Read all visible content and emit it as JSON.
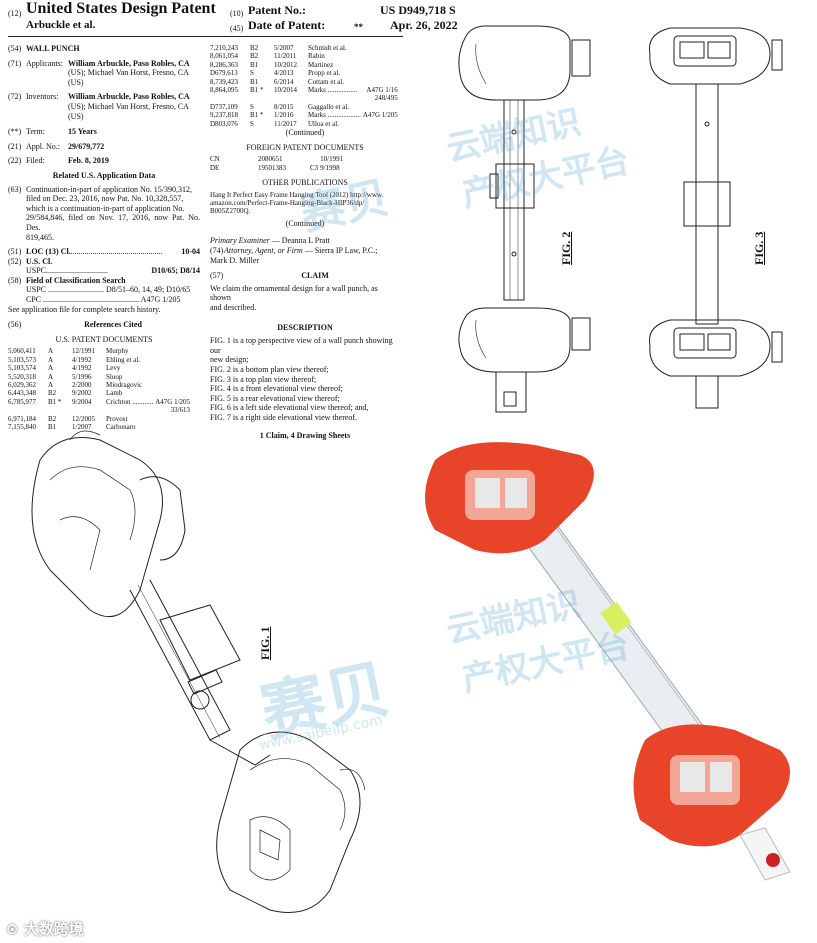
{
  "header": {
    "code12": "(12)",
    "title": "United States Design Patent",
    "inventor_short": "Arbuckle et al.",
    "code10": "(10)",
    "patent_no_label": "Patent No.:",
    "patent_no": "US D949,718 S",
    "code45": "(45)",
    "date_label": "Date of Patent:",
    "date_mark": "**",
    "date": "Apr. 26, 2022"
  },
  "left": {
    "f54": {
      "code": "(54)",
      "text": "WALL PUNCH"
    },
    "f71": {
      "code": "(71)",
      "label": "Applicants:",
      "lines": [
        "William Arbuckle, Paso Robles, CA",
        "(US); Michael Van Horst, Fresno, CA",
        "(US)"
      ]
    },
    "f72": {
      "code": "(72)",
      "label": "Inventors:",
      "lines": [
        "William Arbuckle, Paso Robles, CA",
        "(US); Michael Van Horst, Fresno, CA",
        "(US)"
      ]
    },
    "term": {
      "code": "(**)",
      "label": "Term:",
      "value": "15 Years"
    },
    "f21": {
      "code": "(21)",
      "label": "Appl. No.:",
      "value": "29/679,772"
    },
    "f22": {
      "code": "(22)",
      "label": "Filed:",
      "value": "Feb. 8, 2019"
    },
    "related_title": "Related U.S. Application Data",
    "f63": {
      "code": "(63)",
      "lines": [
        "Continuation-in-part of application No. 15/390,312,",
        "filed on Dec. 23, 2016, now Pat. No. 10,328,557,",
        "which is a continuation-in-part of application No.",
        "29/584,846, filed on Nov. 17, 2016, now Pat. No. Des.",
        "819,465."
      ]
    },
    "f51": {
      "code": "(51)",
      "label": "LOC (13) Cl.",
      "dots": "..............................................",
      "value": "10-04"
    },
    "f52": {
      "code": "(52)",
      "label": "U.S. Cl.",
      "uspc_label": "USPC",
      "uspc_dots": "...............................",
      "uspc_value": "D10/65; D8/14"
    },
    "f58": {
      "code": "(58)",
      "label": "Field of Classification Search",
      "lines": [
        "USPC ............................ D8/51–60, 14, 49; D10/65",
        "CPC ................................................ A47G 1/205",
        "See application file for complete search history."
      ]
    },
    "f56": {
      "code": "(56)",
      "label": "References Cited"
    },
    "us_docs_title": "U.S. PATENT DOCUMENTS",
    "us_refs": [
      [
        "5,060,411",
        "A",
        "12/1991",
        "Murphy",
        ""
      ],
      [
        "5,103,573",
        "A",
        "4/1992",
        "Ehling et al.",
        ""
      ],
      [
        "5,103,574",
        "A",
        "4/1992",
        "Levy",
        ""
      ],
      [
        "5,520,318",
        "A",
        "5/1996",
        "Sloop",
        ""
      ],
      [
        "6,029,362",
        "A",
        "2/2000",
        "Miodragovic",
        ""
      ],
      [
        "6,443,348",
        "B2",
        "9/2002",
        "Lamb",
        ""
      ],
      [
        "6,785,977",
        "B1 *",
        "9/2004",
        "Crichton ............",
        "A47G 1/205"
      ],
      [
        "",
        "",
        "",
        "",
        "33/613"
      ],
      [
        "6,971,184",
        "B2",
        "12/2005",
        "Provost",
        ""
      ],
      [
        "7,155,840",
        "B1",
        "1/2007",
        "Carbonaro",
        ""
      ]
    ]
  },
  "right": {
    "refs2": [
      [
        "7,210,243",
        "B2",
        "5/2007",
        "Schmidt et al.",
        ""
      ],
      [
        "8,061,054",
        "B2",
        "11/2011",
        "Rabin",
        ""
      ],
      [
        "8,286,363",
        "B1",
        "10/2012",
        "Martinez",
        ""
      ],
      [
        "D679,613",
        "S",
        "4/2013",
        "Propp et al.",
        ""
      ],
      [
        "8,739,423",
        "B1",
        "6/2014",
        "Cottam et al.",
        ""
      ],
      [
        "8,864,095",
        "B1 *",
        "10/2014",
        "Marks .................",
        "A47G 1/16"
      ],
      [
        "",
        "",
        "",
        "",
        "248/495"
      ],
      [
        "D737,109",
        "S",
        "8/2015",
        "Gaggallo et al.",
        ""
      ],
      [
        "9,237,818",
        "B1 *",
        "1/2016",
        "Marks ...................",
        "A47G 1/205"
      ],
      [
        "D803,076",
        "S",
        "11/2017",
        "Ulloa et al.",
        ""
      ]
    ],
    "continued": "(Continued)",
    "foreign_title": "FOREIGN PATENT DOCUMENTS",
    "foreign": [
      [
        "CN",
        "2080651",
        "10/1991"
      ],
      [
        "DE",
        "19501383",
        "C3",
        "9/1998"
      ]
    ],
    "other_title": "OTHER PUBLICATIONS",
    "other_lines": [
      "Hang It Perfect Easy Frame Hanging Tool (2012) http://www.",
      "amazon.com/Perfect-Frame-Hanging-Black-HIP36/dp/",
      "B005Z2700Q."
    ],
    "continued2": "(Continued)",
    "examiner_label": "Primary Examiner",
    "examiner": " — Deanna L Pratt",
    "attorney_code": "(74)",
    "attorney_label": "Attorney, Agent, or Firm",
    "attorney": " — Sierra IP Law, P.C.;",
    "attorney2": "Mark D. Miller",
    "claim_code": "(57)",
    "claim_title": "CLAIM",
    "claim_lines": [
      "We claim the ornamental design for a wall punch, as shown",
      "and described."
    ],
    "desc_title": "DESCRIPTION",
    "desc_lines": [
      "FIG. 1 is a top perspective view of a wall punch showing our",
      "new design;",
      "FIG. 2 is a bottom plan view thereof;",
      "FIG. 3 is a top plan view thereof;",
      "FIG. 4 is a front elevational view thereof;",
      "FIG. 5 is a rear elevational view thereof;",
      "FIG. 6 is a left side elevational view thereof; and,",
      "FIG. 7 is a right side elevational view thereof."
    ],
    "sheets": "1 Claim, 4 Drawing Sheets"
  },
  "figures": {
    "fig1": "FIG. 1",
    "fig2": "FIG. 2",
    "fig3": "FIG. 3"
  },
  "watermarks": {
    "cn1": "云端知识",
    "cn2": "产权大平台",
    "brand": "赛贝",
    "url": "www.saibeiip.com",
    "footer": "大数跨境",
    "product_color": "#e8442a"
  }
}
